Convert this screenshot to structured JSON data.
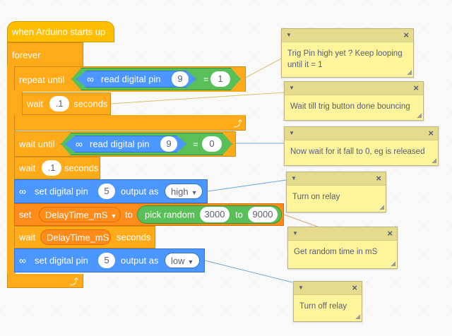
{
  "event": {
    "label": "when Arduino starts up"
  },
  "forever": {
    "label": "forever"
  },
  "repeat_until": {
    "label": "repeat until",
    "read_label": "read digital pin",
    "pin": "9",
    "op": "=",
    "value": "1"
  },
  "wait1": {
    "label": "wait",
    "value": ".1",
    "unit": "seconds"
  },
  "wait_until": {
    "label": "wait until",
    "read_label": "read digital pin",
    "pin": "9",
    "op": "=",
    "value": "0"
  },
  "wait2": {
    "label": "wait",
    "value": ".1",
    "unit": "seconds"
  },
  "set_pin_high": {
    "label": "set digital pin",
    "pin": "5",
    "mid": "output as",
    "value": "high"
  },
  "set_var": {
    "label": "set",
    "variable": "DelayTime_mS",
    "to": "to",
    "random_label": "pick random",
    "from": "3000",
    "to2": "to",
    "max": "9000"
  },
  "wait3": {
    "label": "wait",
    "variable": "DelayTime_mS",
    "unit": "seconds"
  },
  "set_pin_low": {
    "label": "set digital pin",
    "pin": "5",
    "mid": "output as",
    "value": "low"
  },
  "notes": [
    {
      "text": "Trig Pin high yet ? Keep looping until it = 1"
    },
    {
      "text": "Wait till trig button done bouncing"
    },
    {
      "text": "Now wait for it fall to 0, eg is released"
    },
    {
      "text": "Turn on relay"
    },
    {
      "text": "Get random time in mS"
    },
    {
      "text": "Turn off relay"
    }
  ],
  "icons": {
    "extension": "infinity-icon",
    "dropdown": "caret-down-icon",
    "loop": "loop-arrow-icon",
    "close": "close-icon"
  }
}
